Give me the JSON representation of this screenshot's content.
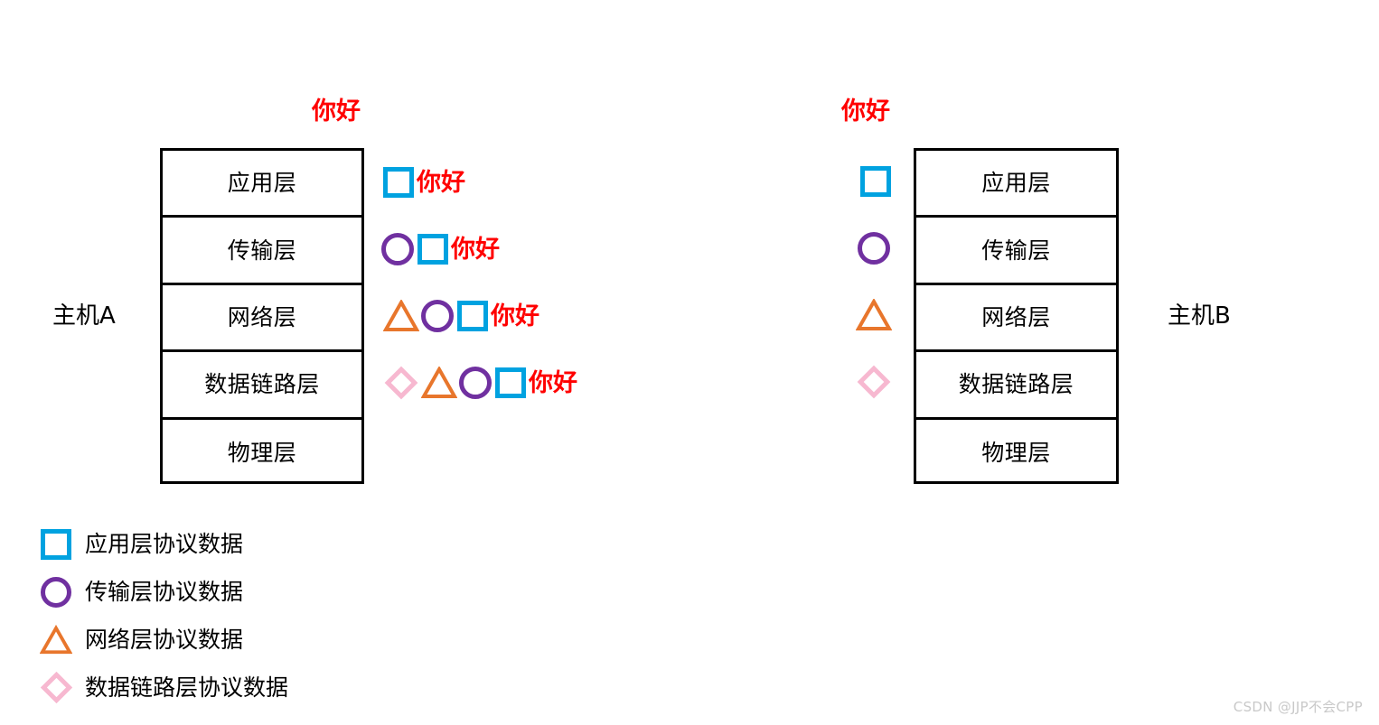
{
  "diagram": {
    "title_text": "你好",
    "message_text": "你好",
    "colors": {
      "application": "#00A2E0",
      "transport": "#7030A0",
      "network": "#E8762C",
      "datalink": "#F7B8D0",
      "message": "#FF0000",
      "box_border": "#000000",
      "background": "#FFFFFF",
      "watermark": "#C9C9C9"
    },
    "host_a": {
      "name": "主机A",
      "top_message": "你好",
      "layers": [
        {
          "label": "应用层"
        },
        {
          "label": "传输层"
        },
        {
          "label": "网络层"
        },
        {
          "label": "物理层"
        }
      ],
      "layers_full": [
        {
          "label": "应用层"
        },
        {
          "label": "传输层"
        },
        {
          "label": "网络层"
        },
        {
          "label": "数据链路层"
        },
        {
          "label": "物理层"
        }
      ]
    },
    "host_b": {
      "name": "主机B",
      "top_message": "你好",
      "layers_full": [
        {
          "label": "应用层"
        },
        {
          "label": "传输层"
        },
        {
          "label": "网络层"
        },
        {
          "label": "数据链路层"
        },
        {
          "label": "物理层"
        }
      ]
    },
    "encapsulation": [
      {
        "layer": "应用层",
        "shapes": [
          "square"
        ],
        "message": "你好"
      },
      {
        "layer": "传输层",
        "shapes": [
          "circle",
          "square"
        ],
        "message": "你好"
      },
      {
        "layer": "网络层",
        "shapes": [
          "triangle",
          "circle",
          "square"
        ],
        "message": "你好"
      },
      {
        "layer": "数据链路层",
        "shapes": [
          "diamond",
          "triangle",
          "circle",
          "square"
        ],
        "message": "你好"
      }
    ],
    "decapsulation": [
      {
        "layer": "应用层",
        "shape": "square"
      },
      {
        "layer": "传输层",
        "shape": "circle"
      },
      {
        "layer": "网络层",
        "shape": "triangle"
      },
      {
        "layer": "数据链路层",
        "shape": "diamond"
      }
    ],
    "legend": [
      {
        "shape": "square",
        "label": "应用层协议数据"
      },
      {
        "shape": "circle",
        "label": "传输层协议数据"
      },
      {
        "shape": "triangle",
        "label": "网络层协议数据"
      },
      {
        "shape": "diamond",
        "label": "数据链路层协议数据"
      }
    ],
    "watermark": "CSDN @JJP不会CPP"
  }
}
